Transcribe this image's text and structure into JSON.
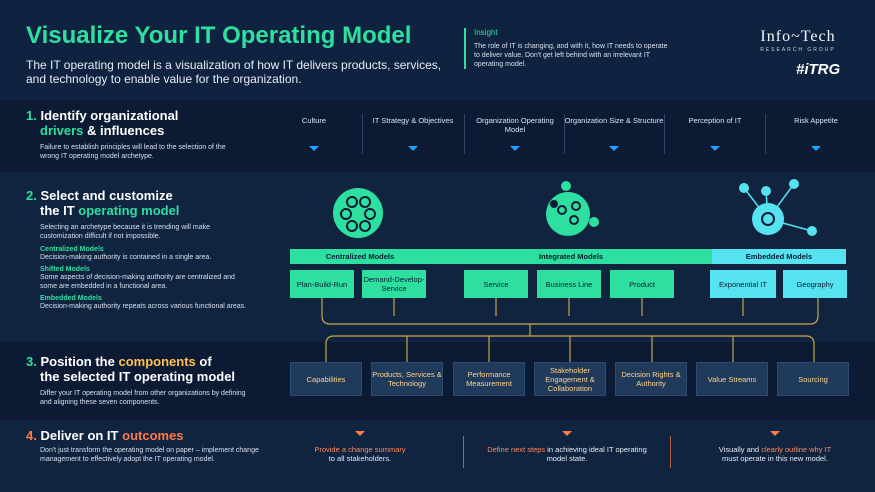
{
  "header": {
    "title": "Visualize Your IT Operating Model",
    "subtitle": "The IT operating model is a visualization of how IT delivers products, services, and technology to enable value for the organization.",
    "insight_heading": "Insight",
    "insight_text": "The role of IT is changing, and with it, how IT needs to operate to deliver value. Don't get left behind with an irrelevant IT operating model.",
    "brand_name": "Info~Tech",
    "brand_group": "RESEARCH GROUP",
    "badge": "#iTRG"
  },
  "section1": {
    "number": "1.",
    "heading_pre": "Identify organizational",
    "heading_hl": "drivers",
    "heading_post": "& influences",
    "description": "Failure to establish principles will lead to the selection of the wrong IT operating model archetype.",
    "drivers": [
      "Culture",
      "IT Strategy & Objectives",
      "Organization Operating Model",
      "Organization Size & Structure",
      "Perception of IT",
      "Risk Appetite"
    ]
  },
  "section2": {
    "number": "2.",
    "heading_pre": "Select and customize",
    "heading_mid": "the IT",
    "heading_hl": "operating model",
    "description": "Selecting an archetype because it is trending will make customization difficult if not impossible.",
    "models": [
      {
        "name": "Centralized Models",
        "desc": "Decision-making authority is contained in a single area."
      },
      {
        "name": "Shifted Models",
        "desc": "Some aspects of decision-making authority are centralized and some are embedded in a functional area."
      },
      {
        "name": "Embedded Models",
        "desc": "Decision-making authority repeats across various functional areas."
      }
    ],
    "categories": [
      "Centralized Models",
      "Integrated Models",
      "Embedded Models"
    ],
    "model_boxes": [
      "Plan-Build-Run",
      "Demand-Develop-Service",
      "Service",
      "Business Line",
      "Product",
      "Exponential IT",
      "Geography"
    ]
  },
  "section3": {
    "number": "3.",
    "heading_pre": "Position the",
    "heading_hl": "components",
    "heading_post": "of",
    "heading_line2": "the selected IT operating model",
    "description": "Differ your IT operating model from other organizations by defining and aligning these seven components.",
    "components": [
      "Capabilities",
      "Products, Services & Technology",
      "Performance Measurement",
      "Stakeholder Engagement & Collaboration",
      "Decision Rights & Authority",
      "Value Streams",
      "Sourcing"
    ]
  },
  "section4": {
    "number": "4.",
    "heading_pre": "Deliver on IT",
    "heading_hl": "outcomes",
    "description": "Don't just transform the operating model on paper – implement change management to effectively adopt the IT operating model.",
    "outcomes": [
      {
        "hl": "Provide a change summary",
        "rest": "to all stakeholders."
      },
      {
        "hl": "Define next steps",
        "rest": "in achieving ideal IT operating model state."
      },
      {
        "pre": "Visually and",
        "hl": "clearly outline why IT",
        "rest": "must operate in this new model."
      }
    ]
  },
  "colors": {
    "background": "#0c1b33",
    "accent_green": "#2de0a0",
    "accent_yellow": "#ffc14d",
    "accent_orange": "#ff7a4a",
    "accent_blue": "#1aa3ff"
  },
  "icons": [
    "centralized-network-icon",
    "integrated-network-icon",
    "embedded-network-icon",
    "chevron-down-icon"
  ]
}
